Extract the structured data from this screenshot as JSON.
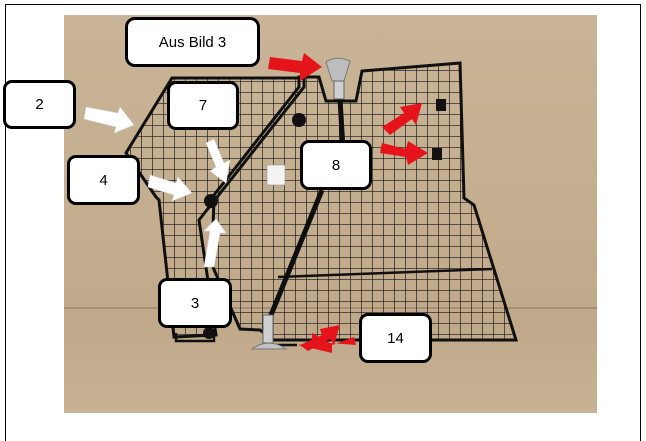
{
  "callouts": {
    "aus_bild": "Aus Bild 3",
    "n2": "2",
    "n7": "7",
    "n4": "4",
    "n8": "8",
    "n3": "3",
    "n14": "14"
  },
  "photo": {
    "subject": "wire-mesh-dog-guard",
    "background_color": "#c6b192",
    "mesh_color": "#141414"
  },
  "arrows": {
    "white": "#ffffff",
    "red": "#e5141a"
  }
}
